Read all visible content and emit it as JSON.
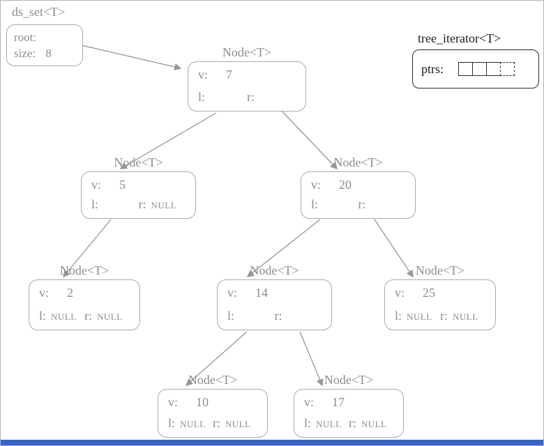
{
  "set_box": {
    "title": "ds_set<T>",
    "root_label": "root:",
    "size_label": "size:",
    "size_value": "8"
  },
  "iterator": {
    "title": "tree_iterator<T>",
    "ptrs_label": "ptrs:",
    "cell_count": 4
  },
  "labels": {
    "v": "v:",
    "l": "l:",
    "r": "r:"
  },
  "nodes": [
    {
      "type": "Node<T>",
      "v": "7",
      "l": "",
      "r": ""
    },
    {
      "type": "Node<T>",
      "v": "5",
      "l": "",
      "r": "NULL"
    },
    {
      "type": "Node<T>",
      "v": "20",
      "l": "",
      "r": ""
    },
    {
      "type": "Node<T>",
      "v": "2",
      "l": "NULL",
      "r": "NULL"
    },
    {
      "type": "Node<T>",
      "v": "14",
      "l": "",
      "r": ""
    },
    {
      "type": "Node<T>",
      "v": "25",
      "l": "NULL",
      "r": "NULL"
    },
    {
      "type": "Node<T>",
      "v": "10",
      "l": "NULL",
      "r": "NULL"
    },
    {
      "type": "Node<T>",
      "v": "17",
      "l": "NULL",
      "r": "NULL"
    }
  ],
  "colors": {
    "diagram_gray": "#8d8d8d",
    "border_gray": "#a9a9a9",
    "iterator_black": "#1a1a1a",
    "bottom_bar_blue": "#3465cf"
  }
}
